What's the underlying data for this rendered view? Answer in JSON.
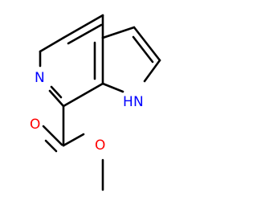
{
  "molecule": {
    "atoms": {
      "ring_nitrogen": "N",
      "nh_hydrogen": "H",
      "nh_nitrogen": "N",
      "carbonyl_oxygen": "O",
      "ester_oxygen": "O"
    }
  },
  "colors": {
    "nitrogen": "#0000ff",
    "oxygen": "#ff0000",
    "bond": "#000000",
    "background": "#ffffff"
  }
}
